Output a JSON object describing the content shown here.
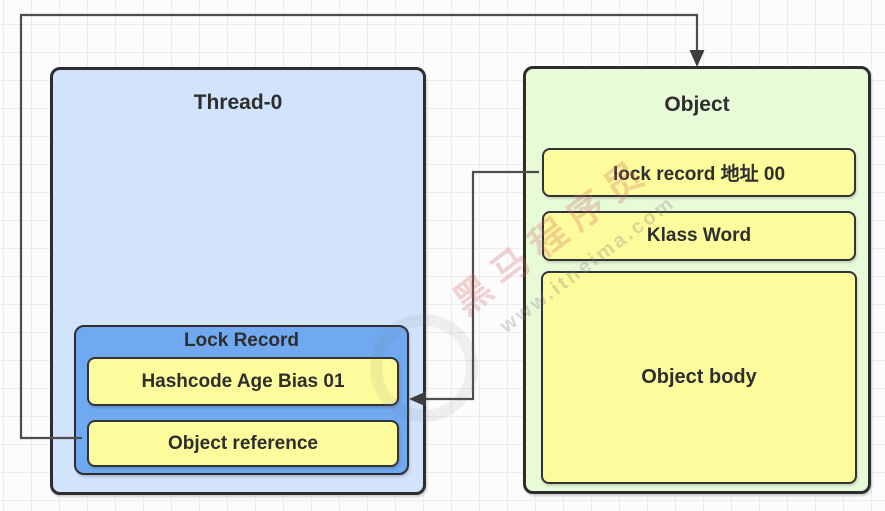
{
  "diagram": {
    "thread": {
      "title": "Thread-0"
    },
    "lock_record": {
      "title": "Lock Record",
      "rows": {
        "mark_word_copy": "Hashcode Age Bias 01",
        "object_ref": "Object reference"
      }
    },
    "object": {
      "title": "Object",
      "rows": {
        "mark_word": "lock record 地址 00",
        "klass": "Klass Word",
        "body": "Object body"
      }
    },
    "watermark": {
      "brand": "黑马程序员",
      "site": "www.itheima.com"
    },
    "colors": {
      "thread_fill": "#d2e4fc",
      "object_fill": "#e7fbd8",
      "lock_record_fill": "#70a9f0",
      "cell_fill": "#fcfc9c",
      "border": "#2d2d2d",
      "connector": "#4d4d4d",
      "grid_line": "#ececec",
      "background": "#fcfcfc"
    }
  }
}
